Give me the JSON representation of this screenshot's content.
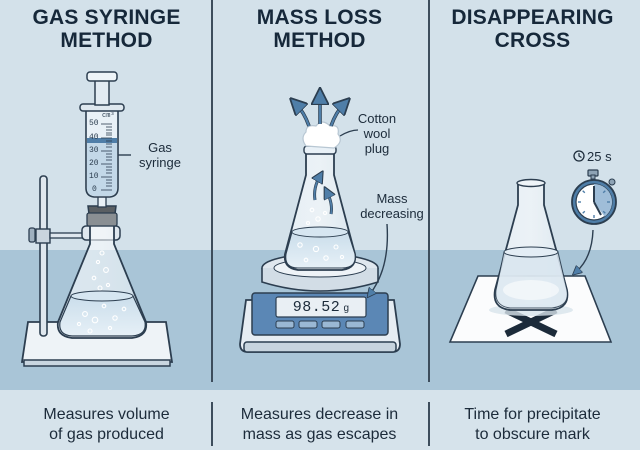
{
  "panels": [
    {
      "title_line1": "GAS SYRINGE",
      "title_line2": "METHOD",
      "label_line1": "Gas",
      "label_line2": "syringe",
      "syringe_unit": "cm³",
      "syringe_ticks": [
        "50",
        "40",
        "30",
        "20",
        "10",
        "0"
      ],
      "caption_line1": "Measures volume",
      "caption_line2": "of gas produced"
    },
    {
      "title_line1": "MASS LOSS",
      "title_line2": "METHOD",
      "plug_label_line1": "Cotton",
      "plug_label_line2": "wool",
      "plug_label_line3": "plug",
      "mass_label_line1": "Mass",
      "mass_label_line2": "decreasing",
      "balance_reading": "98.52",
      "balance_unit": "g",
      "caption_line1": "Measures decrease in",
      "caption_line2": "mass as gas escapes"
    },
    {
      "title_line1": "DISAPPEARING",
      "title_line2": "CROSS",
      "timer_label": "25 s",
      "caption_line1": "Time for precipitate",
      "caption_line2": "to obscure mark"
    }
  ],
  "colors": {
    "background_top": "#d3e1ea",
    "background_bench": "#a9c5d7",
    "caption_band": "#d6e3eb",
    "outline": "#2c3e50",
    "accent_blue": "#4f7ea8",
    "display_panel": "#5b87b5"
  }
}
